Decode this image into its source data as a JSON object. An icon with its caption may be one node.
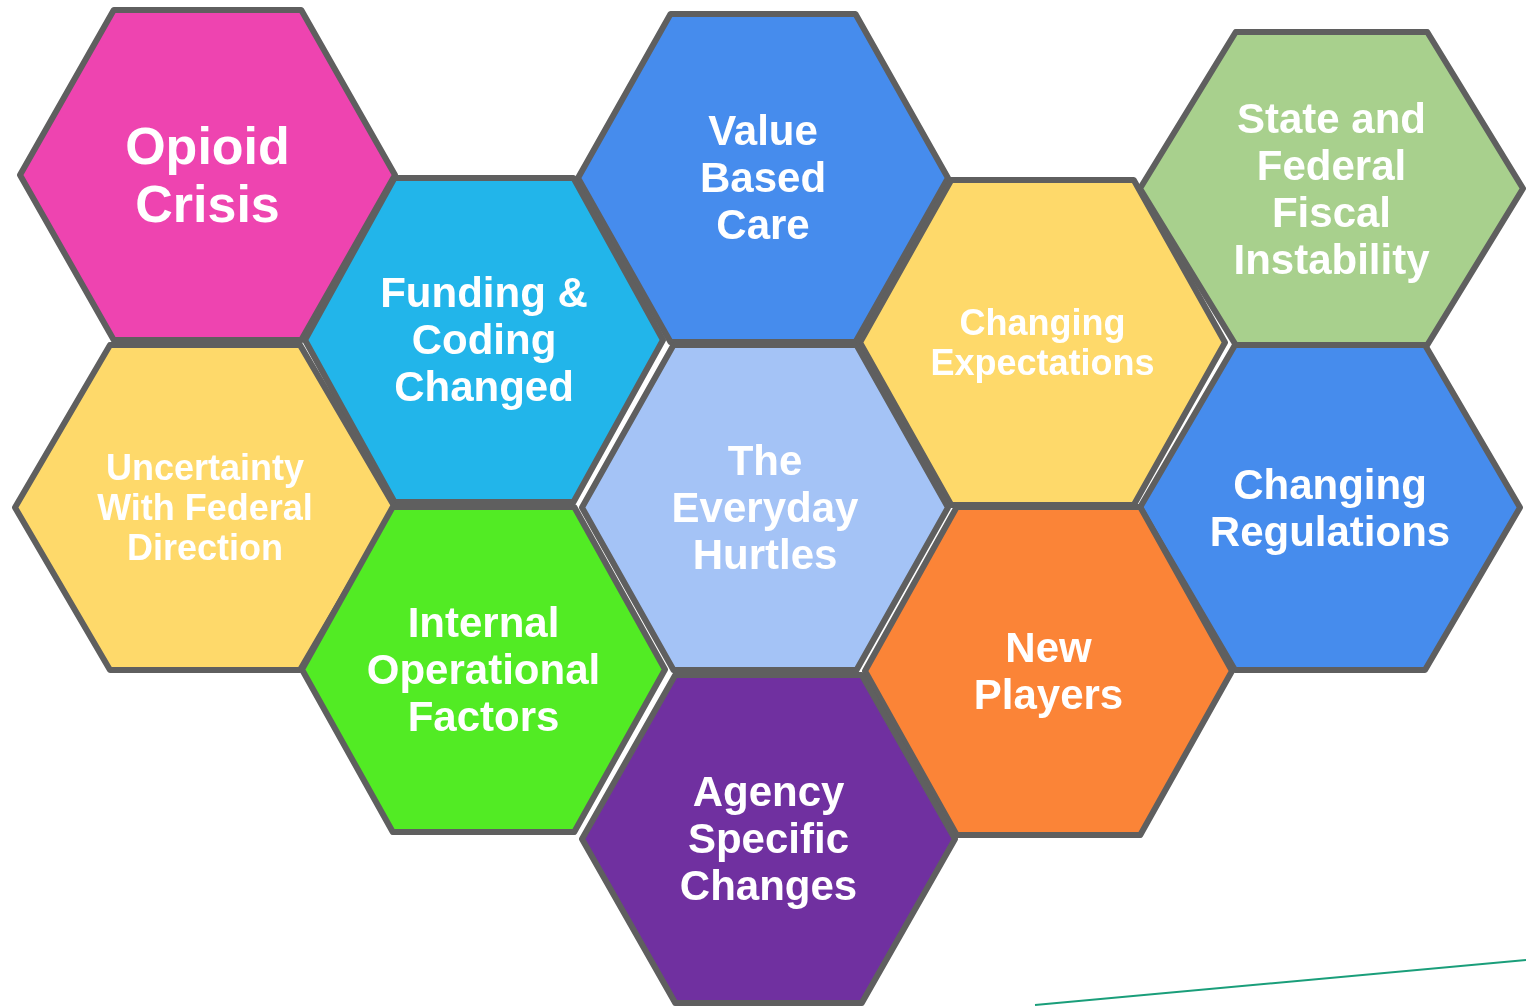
{
  "diagram": {
    "nodes": [
      {
        "text": [
          "Opioid Crisis"
        ]
      },
      {
        "text": [
          "Value Based Care"
        ]
      },
      {
        "text": [
          "State and Federal Fiscal Instability"
        ]
      },
      {
        "text": [
          "Funding & Coding Changed"
        ]
      },
      {
        "text": [
          "Changing Expectations"
        ]
      },
      {
        "text": [
          "Uncertainty With Federal Direction"
        ]
      },
      {
        "text": [
          "The Everyday Hurtles"
        ]
      },
      {
        "text": [
          "Changing Regulations"
        ]
      },
      {
        "text": [
          "Internal Operational Factors"
        ]
      },
      {
        "text": [
          "New Players"
        ]
      },
      {
        "text": [
          "Agency Specific Changes"
        ]
      }
    ],
    "edges": []
  }
}
